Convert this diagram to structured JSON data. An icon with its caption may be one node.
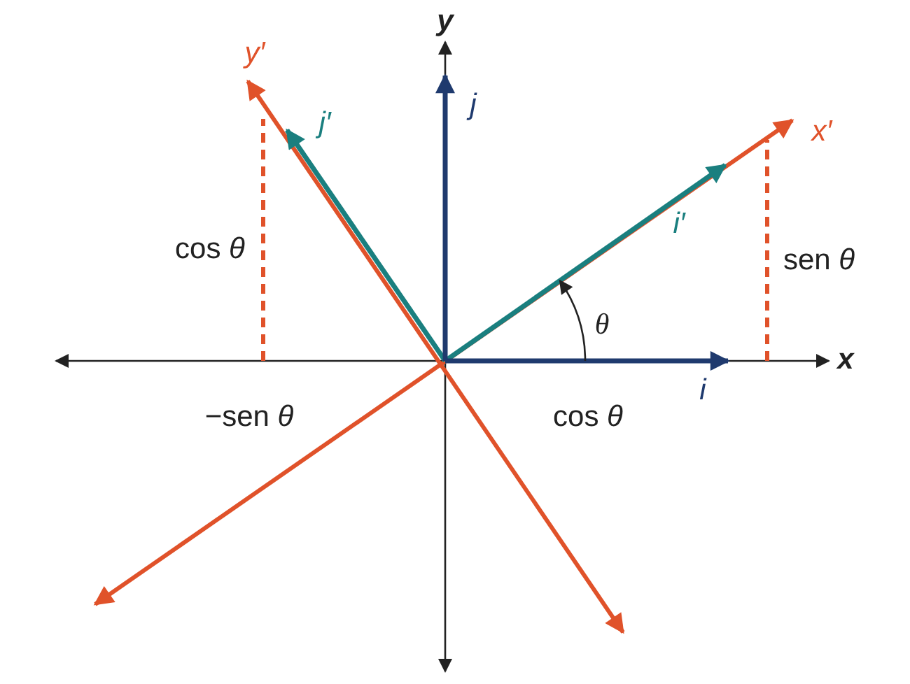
{
  "diagram": {
    "labels": [
      "y",
      "y′",
      "j′",
      "j",
      "x′",
      "i′",
      "cos *θ*",
      "sen *θ*",
      "θ",
      "x",
      "i",
      "−sen *θ*",
      "cos *θ*"
    ]
  }
}
